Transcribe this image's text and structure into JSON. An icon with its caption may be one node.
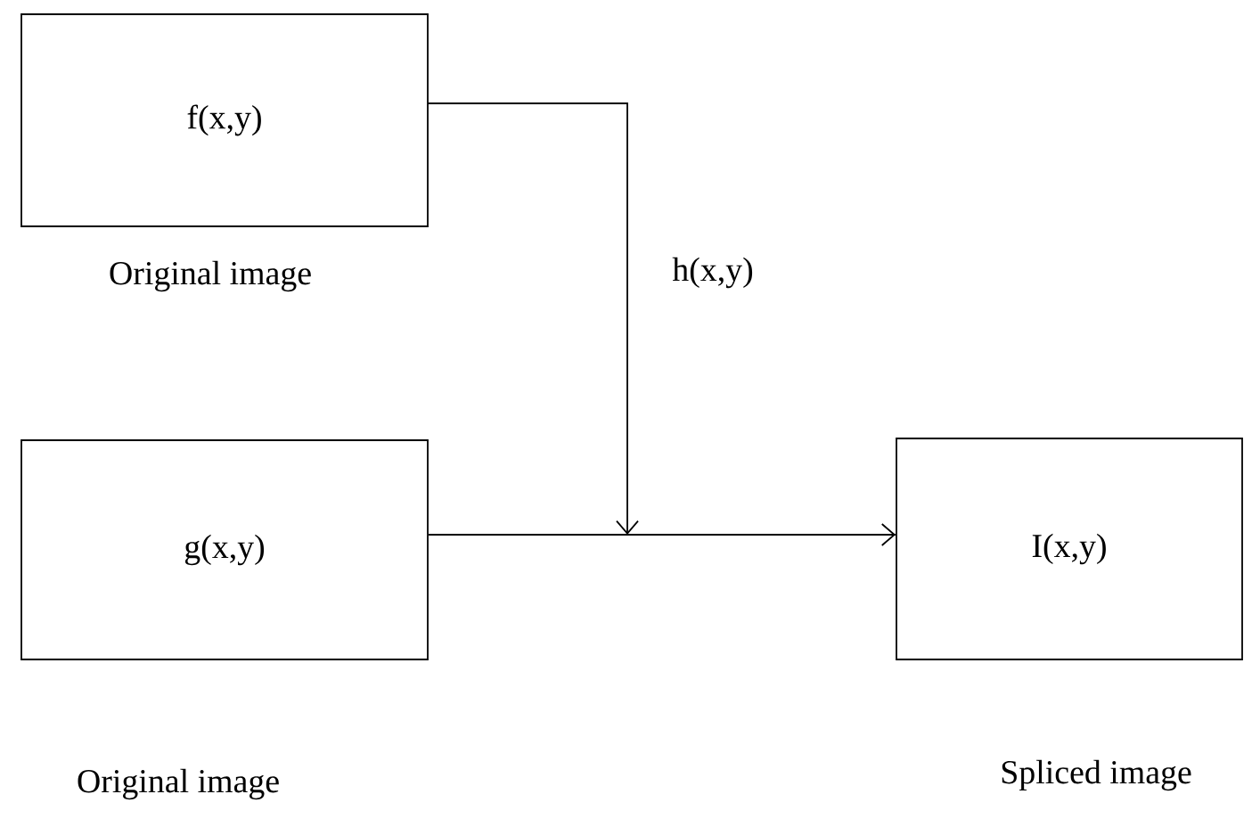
{
  "diagram": {
    "nodes": [
      {
        "text": [
          "f(x,y)"
        ],
        "beside": [
          "Original image"
        ]
      },
      {
        "text": [
          "g(x,y)"
        ],
        "beside": [
          "Original image"
        ]
      },
      {
        "text": [
          "I(x,y)"
        ],
        "beside": [
          "Spliced image"
        ]
      }
    ],
    "edges": [
      {
        "from": 0,
        "to": 2,
        "arrow": "to",
        "label": "h(x,y)"
      },
      {
        "from": 1,
        "to": 2,
        "arrow": "to"
      }
    ]
  }
}
